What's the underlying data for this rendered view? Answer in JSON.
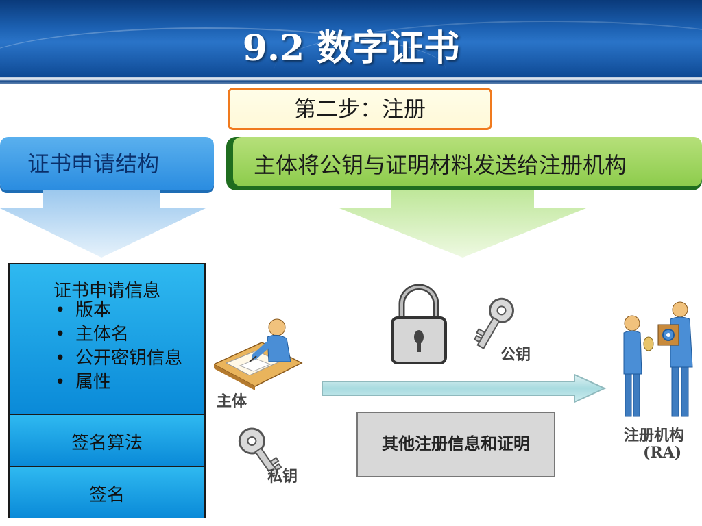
{
  "header": {
    "title": "9.2 数字证书"
  },
  "step": {
    "label": "第二步：注册"
  },
  "left_tab": {
    "label": "证书申请结构"
  },
  "right_tab": {
    "label": "主体将公钥与证明材料发送给注册机构"
  },
  "structure": {
    "info_title": "证书申请信息",
    "items": [
      "版本",
      "主体名",
      "公开密钥信息",
      "属性"
    ],
    "bullet": "•",
    "algorithm": "签名算法",
    "signature": "签名"
  },
  "diagram": {
    "subject": "主体",
    "public_key": "公钥",
    "private_key": "私钥",
    "other_info": "其他注册信息和证明",
    "ra_line1": "注册机构",
    "ra_line2": "(RA)",
    "icons": [
      "lock-icon",
      "key-icon",
      "person-at-desk-icon",
      "people-exchange-icon"
    ]
  },
  "colors": {
    "banner": "#1b5fb0",
    "step_border": "#f07a1e",
    "blue_tab": "#2a8ce0",
    "green_tab": "#8dcc4c",
    "structure_fill": "#0a8ad8"
  }
}
